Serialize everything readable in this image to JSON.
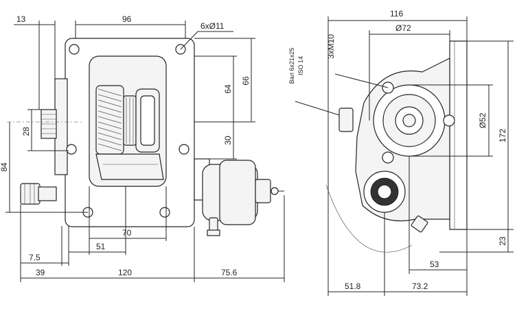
{
  "front_view": {
    "dims": {
      "d13": "13",
      "d96": "96",
      "holes": "6xØ11",
      "d64": "64",
      "d66": "66",
      "d28": "28",
      "d30": "30",
      "d84": "84",
      "d51": "51",
      "d70": "70",
      "d7_5": "7.5",
      "d39": "39",
      "d120": "120",
      "d75_6": "75.6"
    }
  },
  "side_view": {
    "dims": {
      "d116": "116",
      "d72": "Ø72",
      "thread": "3xM10",
      "d52": "Ø52",
      "d172": "172",
      "d23": "23",
      "d53": "53",
      "d51_8": "51.8",
      "d73_2": "73.2"
    },
    "shaft_note": {
      "line1": "Вал 6х21х25",
      "line2": "ISO 14"
    }
  }
}
